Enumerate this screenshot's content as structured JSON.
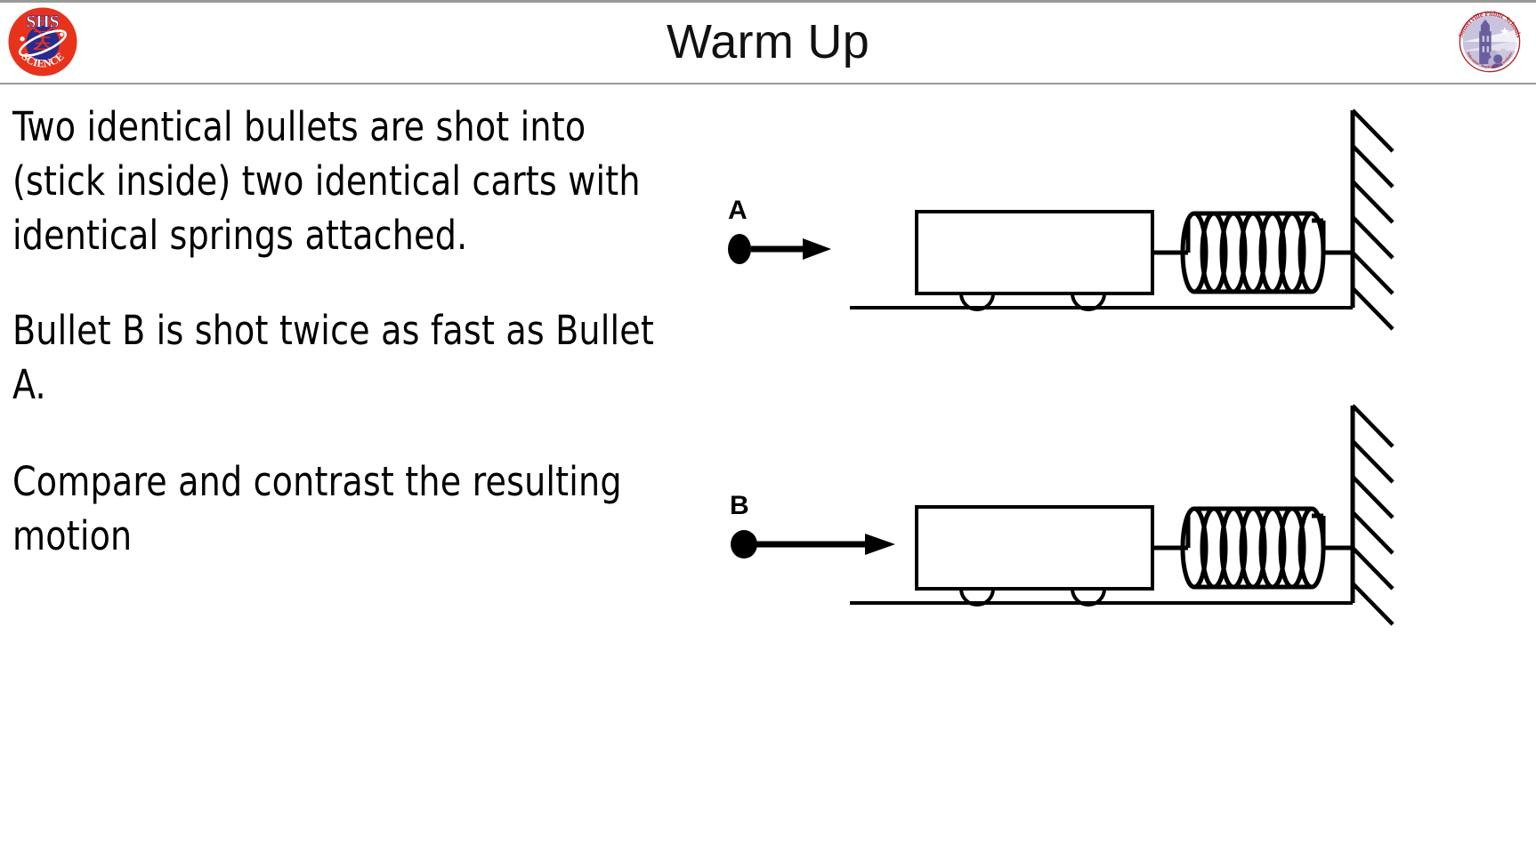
{
  "slide": {
    "title": "Warm Up",
    "background": "#ffffff",
    "header_border_color": "#9a9a9a"
  },
  "logos": {
    "left": {
      "name": "SHS Science",
      "top_text": "SHS",
      "bottom_text": "SCIENCE",
      "circle_color": "#e8331c",
      "emblem_color": "#2a2a8c",
      "text_color": "#ffffff"
    },
    "right": {
      "name": "Somerville Public Schools",
      "top_text": "Somerville Public Schools",
      "bottom_text": "Education · Inspiration · Excellence",
      "arc_text_color": "#b0242a",
      "building_color": "#6a5f9e",
      "sky_color": "#c9c3de",
      "ring_color": "#b0242a"
    }
  },
  "body": {
    "paragraphs": [
      "Two identical bullets are shot into (stick inside) two identical carts with identical springs attached.",
      "Bullet B is shot twice as fast as Bullet A.",
      "Compare and contrast the resulting motion"
    ],
    "text_color": "#000000"
  },
  "diagrams": [
    {
      "id": "A",
      "label": "A",
      "bullet_shape": "filled-ellipse",
      "arrow_direction": "right",
      "arrow_length_rel": "short",
      "cart": "rectangle-with-two-wheels",
      "spring": "coil",
      "spring_coils": 7,
      "wall": "hatched-vertical-wall",
      "ground": "horizontal-line",
      "stroke_color": "#000000"
    },
    {
      "id": "B",
      "label": "B",
      "bullet_shape": "filled-circle",
      "arrow_direction": "right",
      "arrow_length_rel": "long",
      "cart": "rectangle-with-two-wheels",
      "spring": "coil",
      "spring_coils": 7,
      "wall": "hatched-vertical-wall",
      "ground": "horizontal-line",
      "stroke_color": "#000000"
    }
  ]
}
